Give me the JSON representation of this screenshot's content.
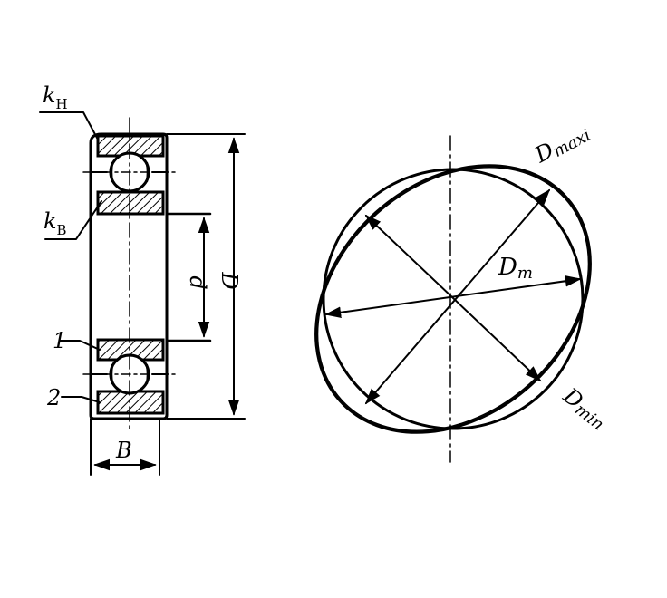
{
  "bearing_section": {
    "labels": {
      "outer_ring_k": "k",
      "outer_ring_sub": "H",
      "inner_ring_k": "k",
      "inner_ring_sub": "B",
      "part_1": "1",
      "part_2": "2",
      "bore_diameter": "d",
      "outer_diameter": "D",
      "width": "B"
    }
  },
  "ovality_view": {
    "labels": {
      "mean_diameter": "D",
      "mean_diameter_sub": "m",
      "max_diameter": "D",
      "max_diameter_sub": "maxi",
      "min_diameter": "D",
      "min_diameter_sub": "min"
    }
  }
}
